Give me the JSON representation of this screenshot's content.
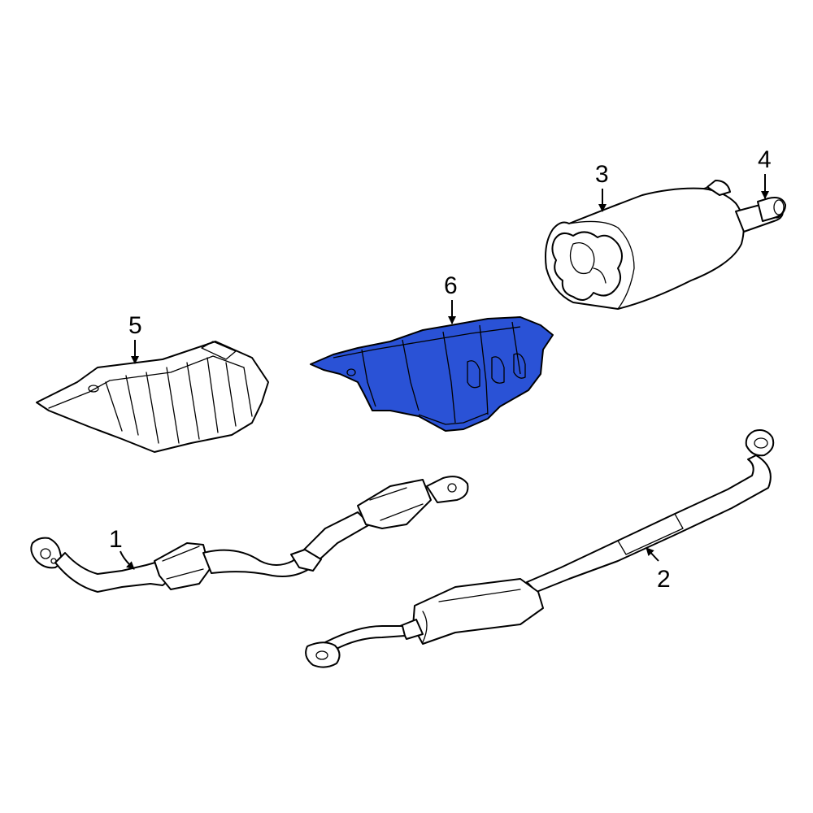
{
  "diagram": {
    "highlight_color": "#2a52d6",
    "line_color": "#000000",
    "background": "#ffffff",
    "callouts": [
      {
        "id": "1",
        "label": "1"
      },
      {
        "id": "2",
        "label": "2"
      },
      {
        "id": "3",
        "label": "3"
      },
      {
        "id": "4",
        "label": "4"
      },
      {
        "id": "5",
        "label": "5"
      },
      {
        "id": "6",
        "label": "6",
        "highlighted": true
      }
    ]
  }
}
